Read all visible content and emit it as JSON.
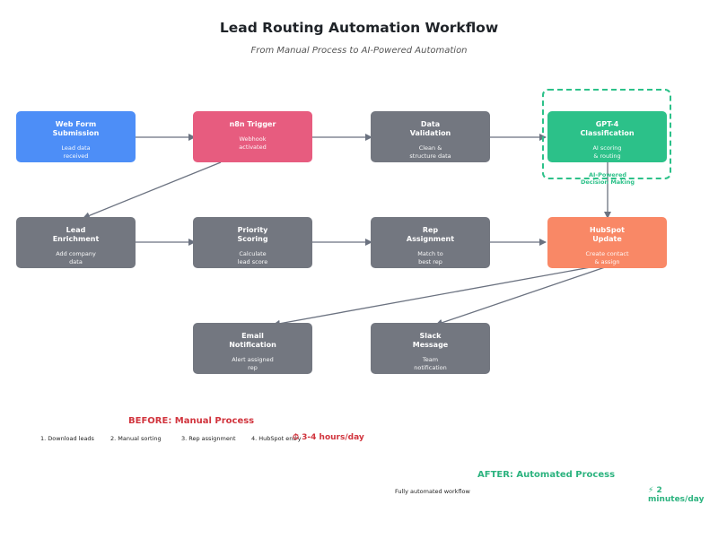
{
  "header": {
    "title": "Lead Routing Automation Workflow",
    "subtitle": "From Manual Process to AI-Powered Automation"
  },
  "nodes": {
    "web_form": {
      "title": "Web Form\nSubmission",
      "desc": "Lead data\nreceived",
      "color": "#4d8ef7"
    },
    "n8n_trigger": {
      "title": "n8n Trigger",
      "desc": "Webhook\nactivated",
      "color": "#e75c7f"
    },
    "data_validation": {
      "title": "Data\nValidation",
      "desc": "Clean &\nstructure data",
      "color": "#737780"
    },
    "gpt4": {
      "title": "GPT-4\nClassification",
      "desc": "AI scoring\n& routing",
      "color": "#2cc189"
    },
    "lead_enrichment": {
      "title": "Lead\nEnrichment",
      "desc": "Add company\ndata",
      "color": "#737780"
    },
    "priority_scoring": {
      "title": "Priority\nScoring",
      "desc": "Calculate\nlead score",
      "color": "#737780"
    },
    "rep_assignment": {
      "title": "Rep\nAssignment",
      "desc": "Match to\nbest rep",
      "color": "#737780"
    },
    "hubspot_update": {
      "title": "HubSpot\nUpdate",
      "desc": "Create contact\n& assign",
      "color": "#f98866"
    },
    "email_notification": {
      "title": "Email\nNotification",
      "desc": "Alert assigned\nrep",
      "color": "#737780"
    },
    "slack_message": {
      "title": "Slack\nMessage",
      "desc": "Team\nnotification",
      "color": "#737780"
    }
  },
  "ai_label": "AI-Powered\nDecision Making",
  "before": {
    "title": "BEFORE: Manual Process",
    "steps": [
      "1. Download leads",
      "2. Manual sorting",
      "3. Rep assignment",
      "4. HubSpot entry"
    ],
    "time": "⏱ 3-4 hours/day"
  },
  "after": {
    "title": "AFTER: Automated Process",
    "description": "Fully automated workflow",
    "time": "⚡ 2 minutes/day"
  },
  "colors": {
    "connector": "#6b7280",
    "before_accent": "#d1343d",
    "after_accent": "#2cb37f"
  }
}
